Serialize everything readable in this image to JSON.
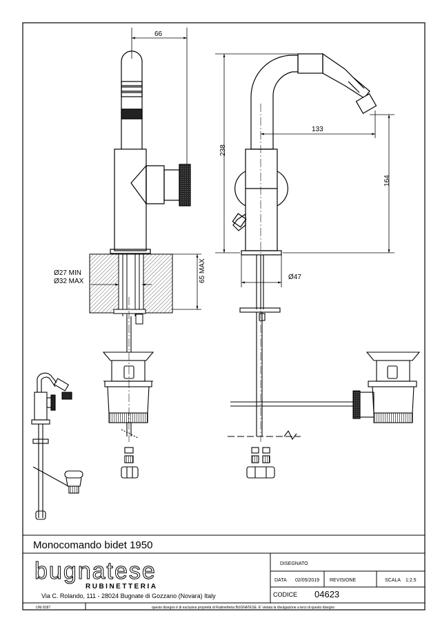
{
  "dimensions": {
    "top_width": "66",
    "overall_height": "238",
    "reach": "133",
    "spout_height": "164",
    "hole_min": "Ø27 MIN",
    "hole_max": "Ø32 MAX",
    "deck_max": "65 MAX",
    "base_diameter": "Ø47"
  },
  "title_block": {
    "product_name": "Monocomando bidet 1950",
    "logo_main": "bugnatese",
    "logo_sub": "RUBINETTERIA",
    "address": "Via C. Rolando, 111 - 28024 Bugnate di Gozzano (Novara) Italy",
    "drawn_label": "DISEGNATO",
    "date_label": "DATA",
    "date_value": "02/05/2019",
    "revision_label": "REVISIONE",
    "scale_label": "SCALA",
    "scale_value": "1:2.5",
    "code_label": "CODICE",
    "code_value": "04623",
    "standard": "UNI 8187",
    "disclaimer": "questo disegno è di esclusiva proprietà di Rubinetteria BUGNATESE. E' vietata la divulgazione a terzi di questo disegno"
  }
}
